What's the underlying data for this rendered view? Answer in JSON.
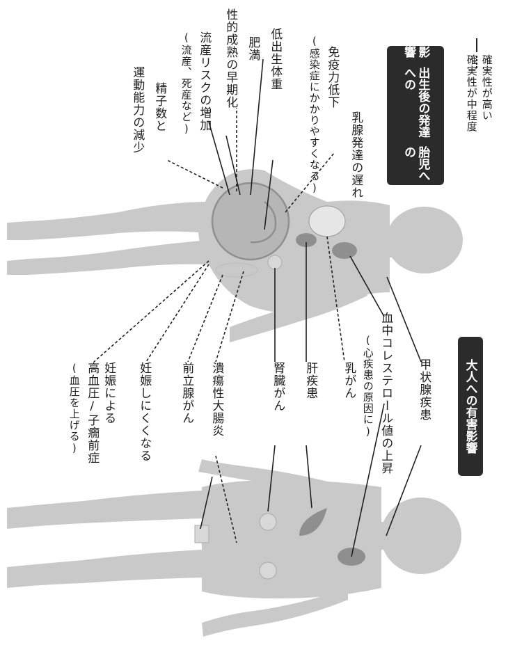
{
  "legend": {
    "high": "確実性が高い",
    "medium": "確実性が中程度"
  },
  "fetal_title": [
    "胎児への",
    "出生後の発達への",
    "影響"
  ],
  "adult_title": "大人への有害影響",
  "fetal_labels": [
    "乳腺発達の遅れ",
    "免疫力低下",
    "(感染症にかかりやすくなる)",
    "低出生体重",
    "肥満",
    "性的成熟の早期化",
    "流産リスクの増加",
    "(流産、死産など)",
    "精子数と",
    "運動能力の減少"
  ],
  "adult_labels": [
    "甲状腺疾患",
    "血中コレステロール値の上昇",
    "(心疾患の原因に)",
    "乳がん",
    "肝疾患",
    "腎臓がん",
    "潰瘍性大腸炎",
    "前立腺がん",
    "妊娠しにくくなる",
    "妊娠による",
    "高血圧/子癇前症",
    "(血圧を上げる)"
  ],
  "colors": {
    "silhouette": "#c9c9c9",
    "organ": "#8f8f8f",
    "organ_light": "#d8d8d8",
    "badge": "#2b2b2b",
    "line": "#1f1f1f"
  }
}
